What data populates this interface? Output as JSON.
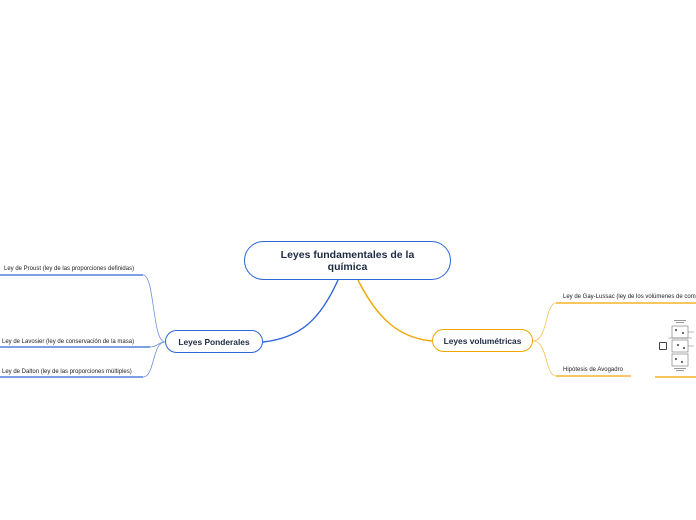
{
  "diagram": {
    "root": {
      "title": "Leyes fundamentales de la química"
    },
    "branches": [
      {
        "title": "Leyes Ponderales",
        "color": "#2f66d6",
        "children": [
          "Ley de Proust (ley de las proporciones definidas)",
          "Ley de Lavosier (ley de conservación de la masa)",
          "Ley de Dalton (ley de las proporciones múltiples)"
        ]
      },
      {
        "title": "Leyes volumétricas",
        "color": "#f0a500",
        "children": [
          "Ley de Gay-Lussac (ley de los volúmenes de com",
          "Hipótesis de Avogadro"
        ]
      }
    ],
    "icons": [
      "checkbox-icon",
      "volume-diagram-image"
    ]
  }
}
